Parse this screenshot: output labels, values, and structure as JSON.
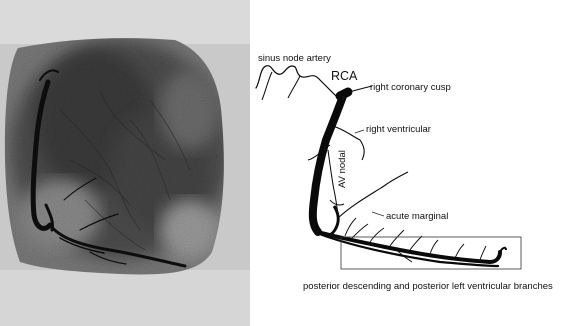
{
  "figure": {
    "angiogram": {
      "kind": "coronary angiogram photograph",
      "colors": {
        "vessel": "#0d0d0d",
        "background_outer": "#cfcfcf",
        "frame": "#e6e6e6"
      }
    },
    "diagram": {
      "labels": {
        "rca": "RCA",
        "sinus_node_artery": "sinus node artery",
        "right_coronary_cusp": "right coronary cusp",
        "right_ventricular": "right ventricular",
        "av_nodal": "AV nodal",
        "acute_marginal": "acute marginal",
        "posterior_branches": "posterior descending and posterior left ventricular branches"
      },
      "colors": {
        "vessel": "#0a0a0a",
        "box": "#333333",
        "text": "#111111"
      }
    }
  }
}
